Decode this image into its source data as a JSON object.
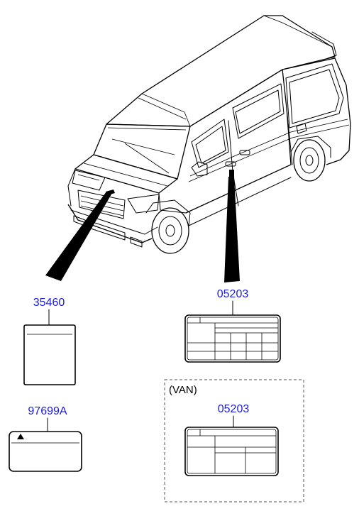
{
  "parts": {
    "hood_label": {
      "part_no": "35460"
    },
    "caution_label": {
      "part_no": "97699A"
    },
    "door_label": {
      "part_no": "05203"
    },
    "van_door_label": {
      "part_no": "05203"
    }
  },
  "variant_group": {
    "label": "(VAN)"
  },
  "colors": {
    "part_number": "#1a1ae6",
    "line": "#000000",
    "background": "#ffffff"
  }
}
